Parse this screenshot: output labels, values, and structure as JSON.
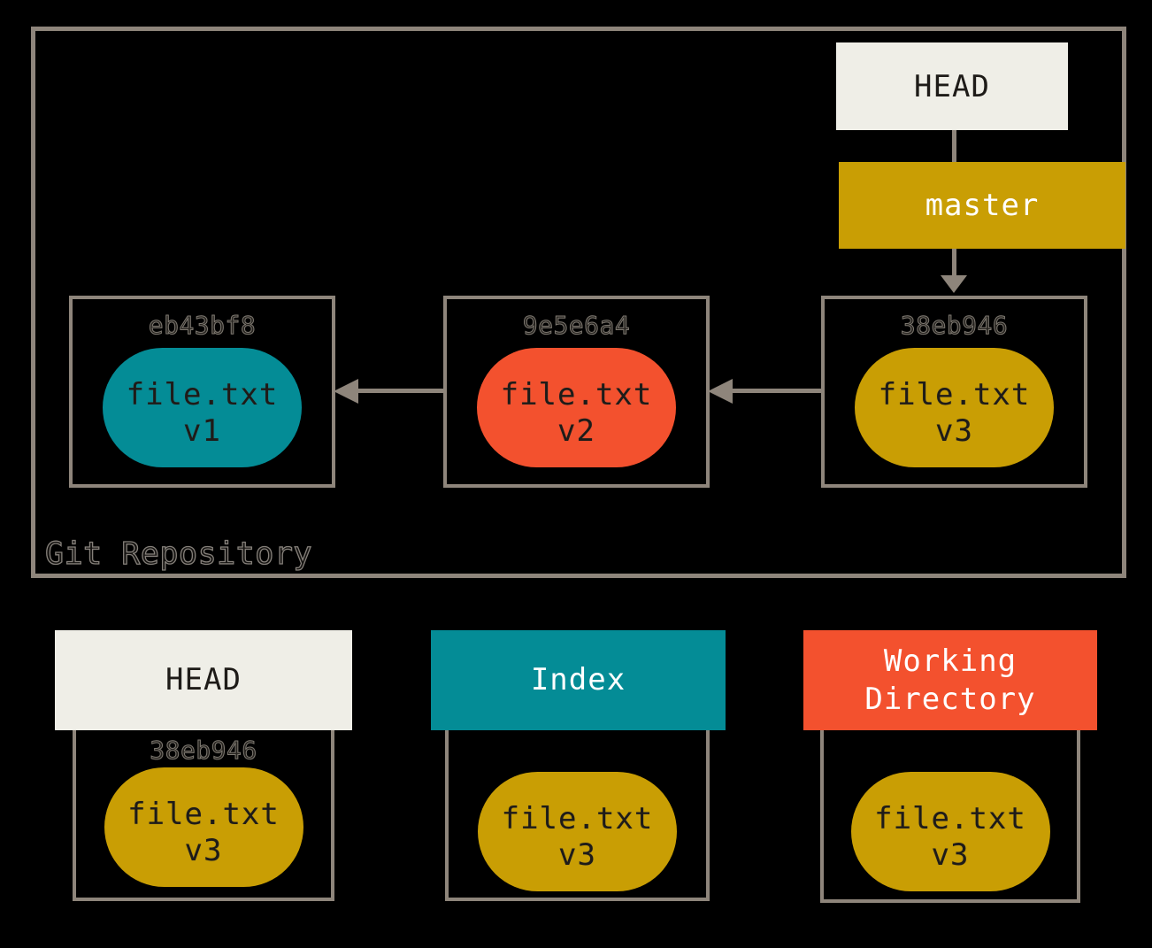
{
  "colors": {
    "background": "#000000",
    "border_gray": "#8E857B",
    "offwhite": "#EFEEE7",
    "gold": "#C99E04",
    "teal": "#048C96",
    "red": "#F3512E",
    "id_gray": "#7D7870",
    "dark_text": "#1E1B18",
    "white_text": "#FFFFFF"
  },
  "repository": {
    "label": "Git Repository",
    "head_label": "HEAD",
    "branch_label": "master",
    "commits": [
      {
        "id": "eb43bf8",
        "file": "file.txt",
        "version": "v1",
        "color": "#048C96"
      },
      {
        "id": "9e5e6a4",
        "file": "file.txt",
        "version": "v2",
        "color": "#F3512E"
      },
      {
        "id": "38eb946",
        "file": "file.txt",
        "version": "v3",
        "color": "#C99E04"
      }
    ]
  },
  "areas": [
    {
      "title": "HEAD",
      "header_bg": "#EFEEE7",
      "header_fg": "#1E1B18",
      "commit_id": "38eb946",
      "file": "file.txt",
      "version": "v3",
      "blob_color": "#C99E04"
    },
    {
      "title": "Index",
      "header_bg": "#048C96",
      "header_fg": "#FFFFFF",
      "file": "file.txt",
      "version": "v3",
      "blob_color": "#C99E04"
    },
    {
      "title": "Working\nDirectory",
      "header_bg": "#F3512E",
      "header_fg": "#FFFFFF",
      "file": "file.txt",
      "version": "v3",
      "blob_color": "#C99E04"
    }
  ]
}
